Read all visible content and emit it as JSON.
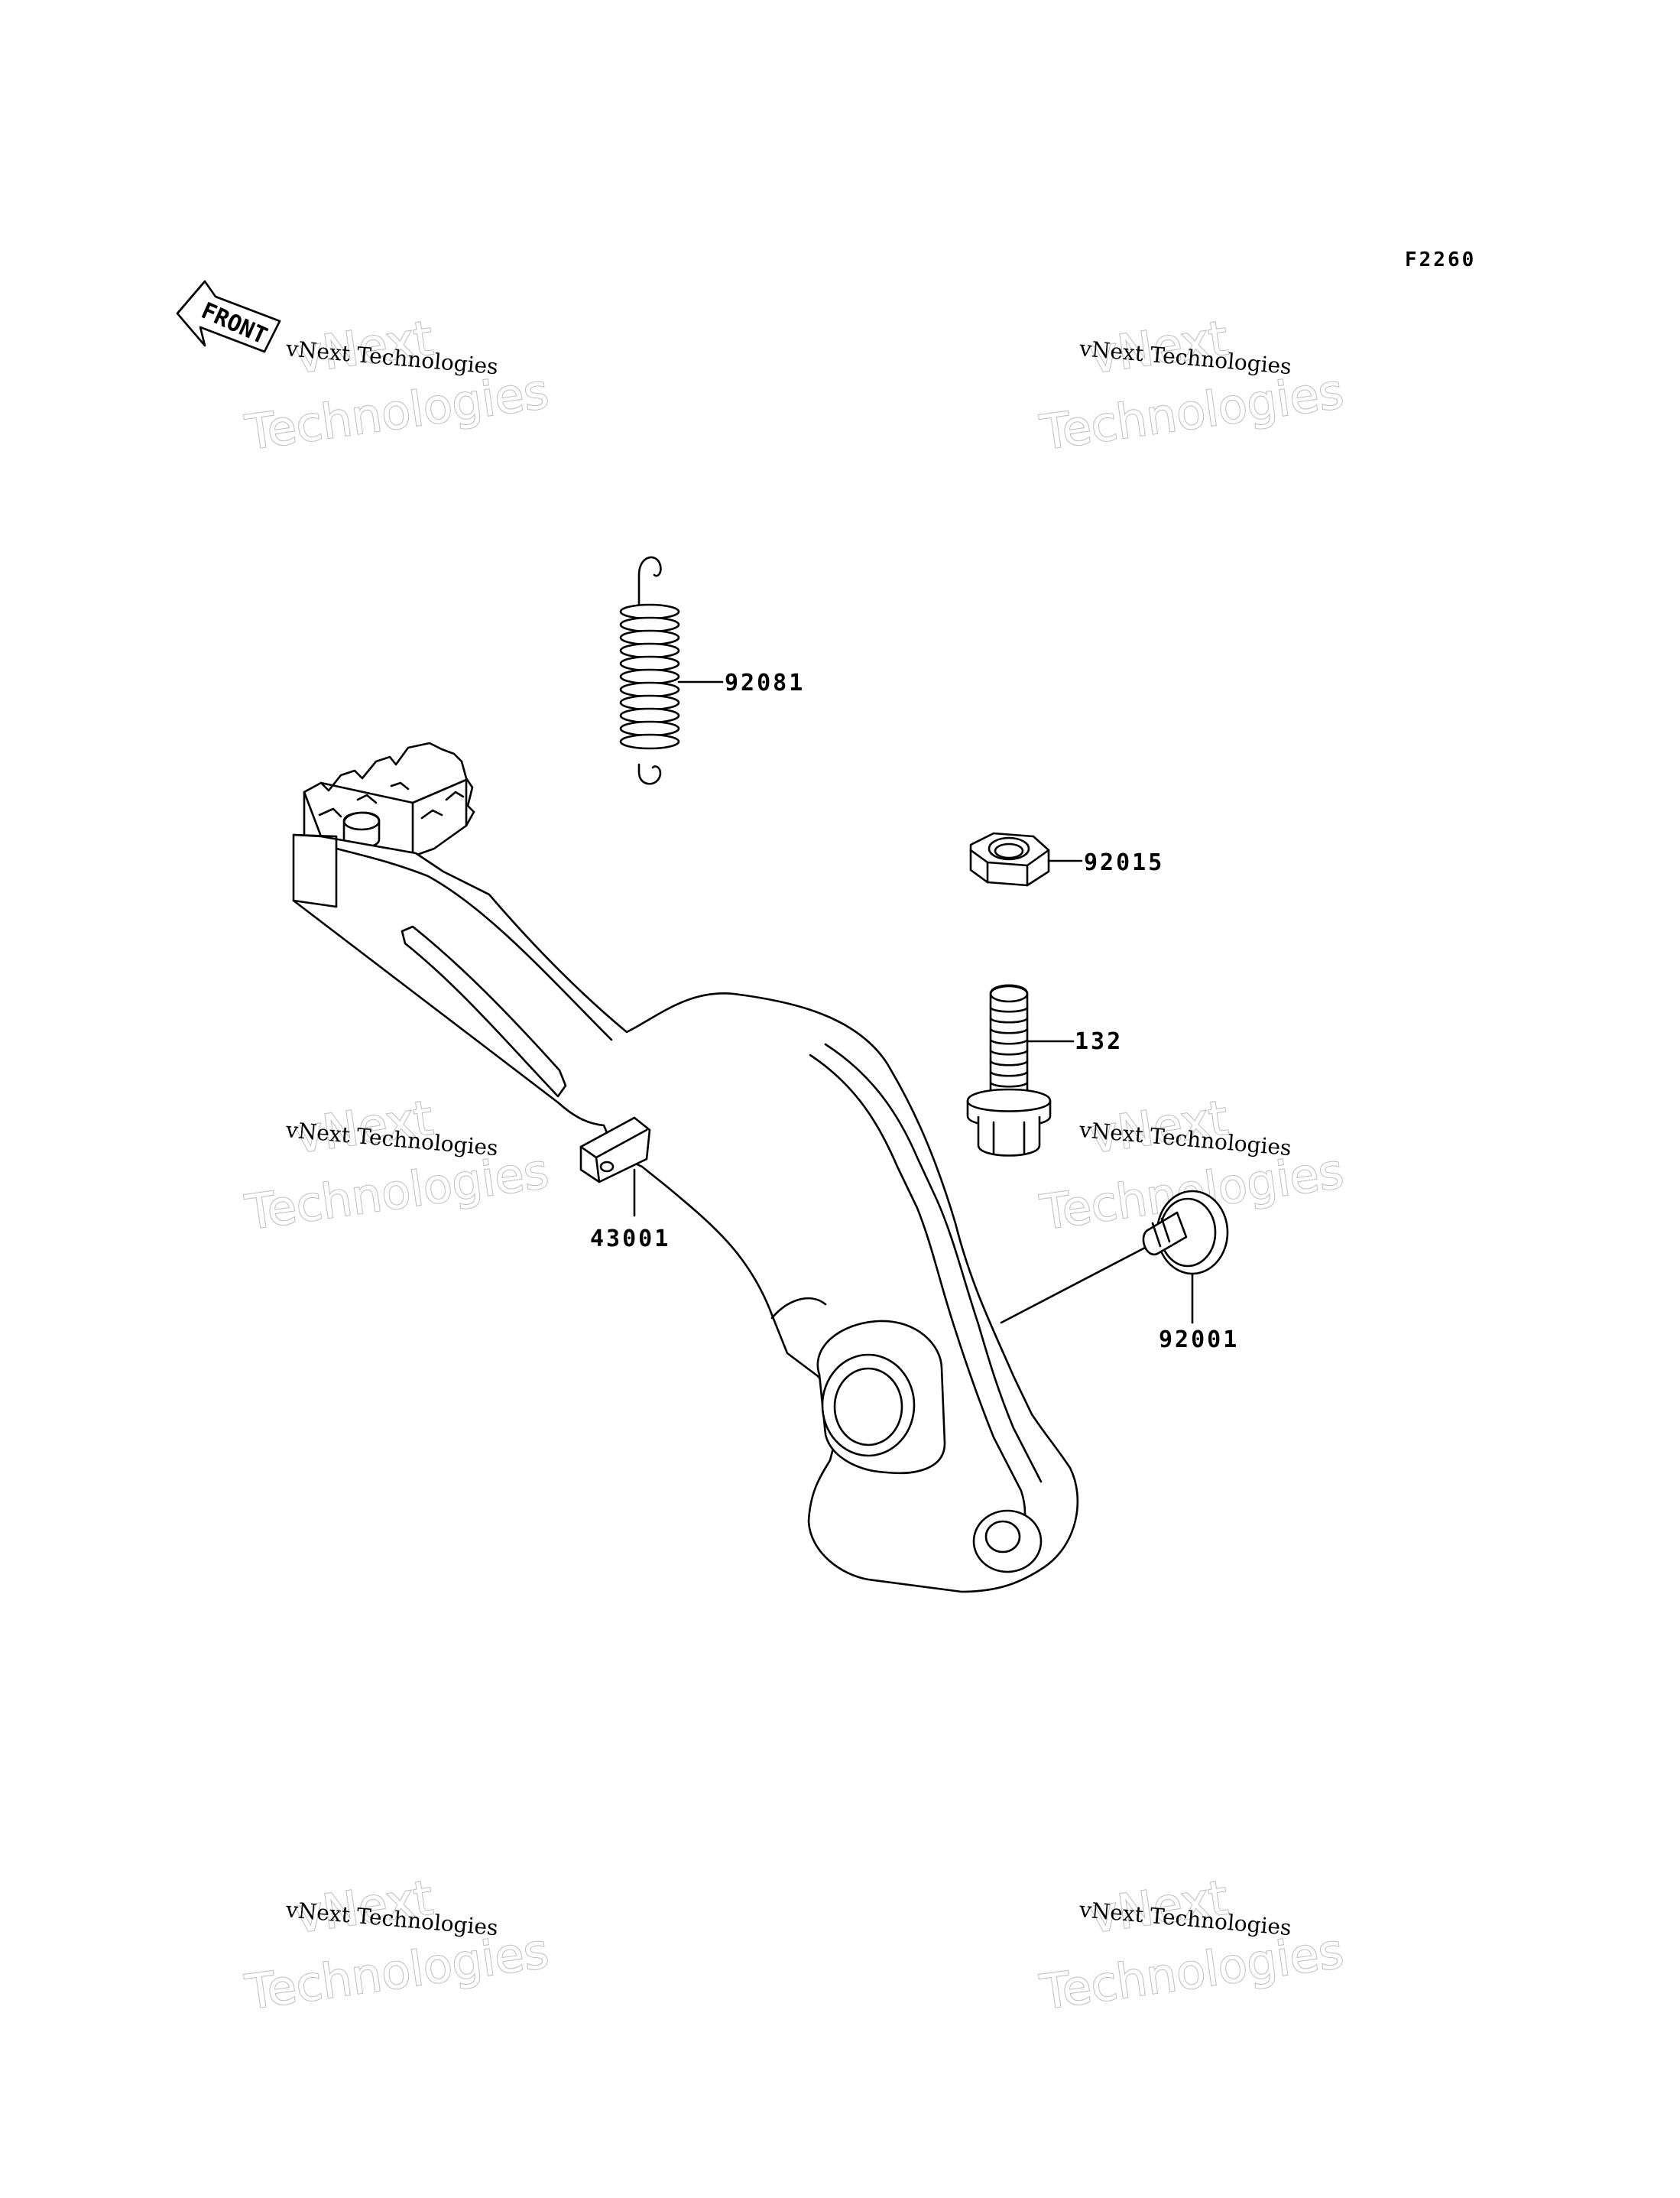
{
  "diagram": {
    "code": "F2260",
    "front_arrow_label": "FRONT",
    "parts": {
      "spring": "92081",
      "nut": "92015",
      "bolt": "132",
      "pivot_bolt": "92001",
      "pedal": "43001"
    },
    "watermark": {
      "line1": "vNext Technologies",
      "big_top": "vNext",
      "big_bottom": "Technologies"
    }
  }
}
